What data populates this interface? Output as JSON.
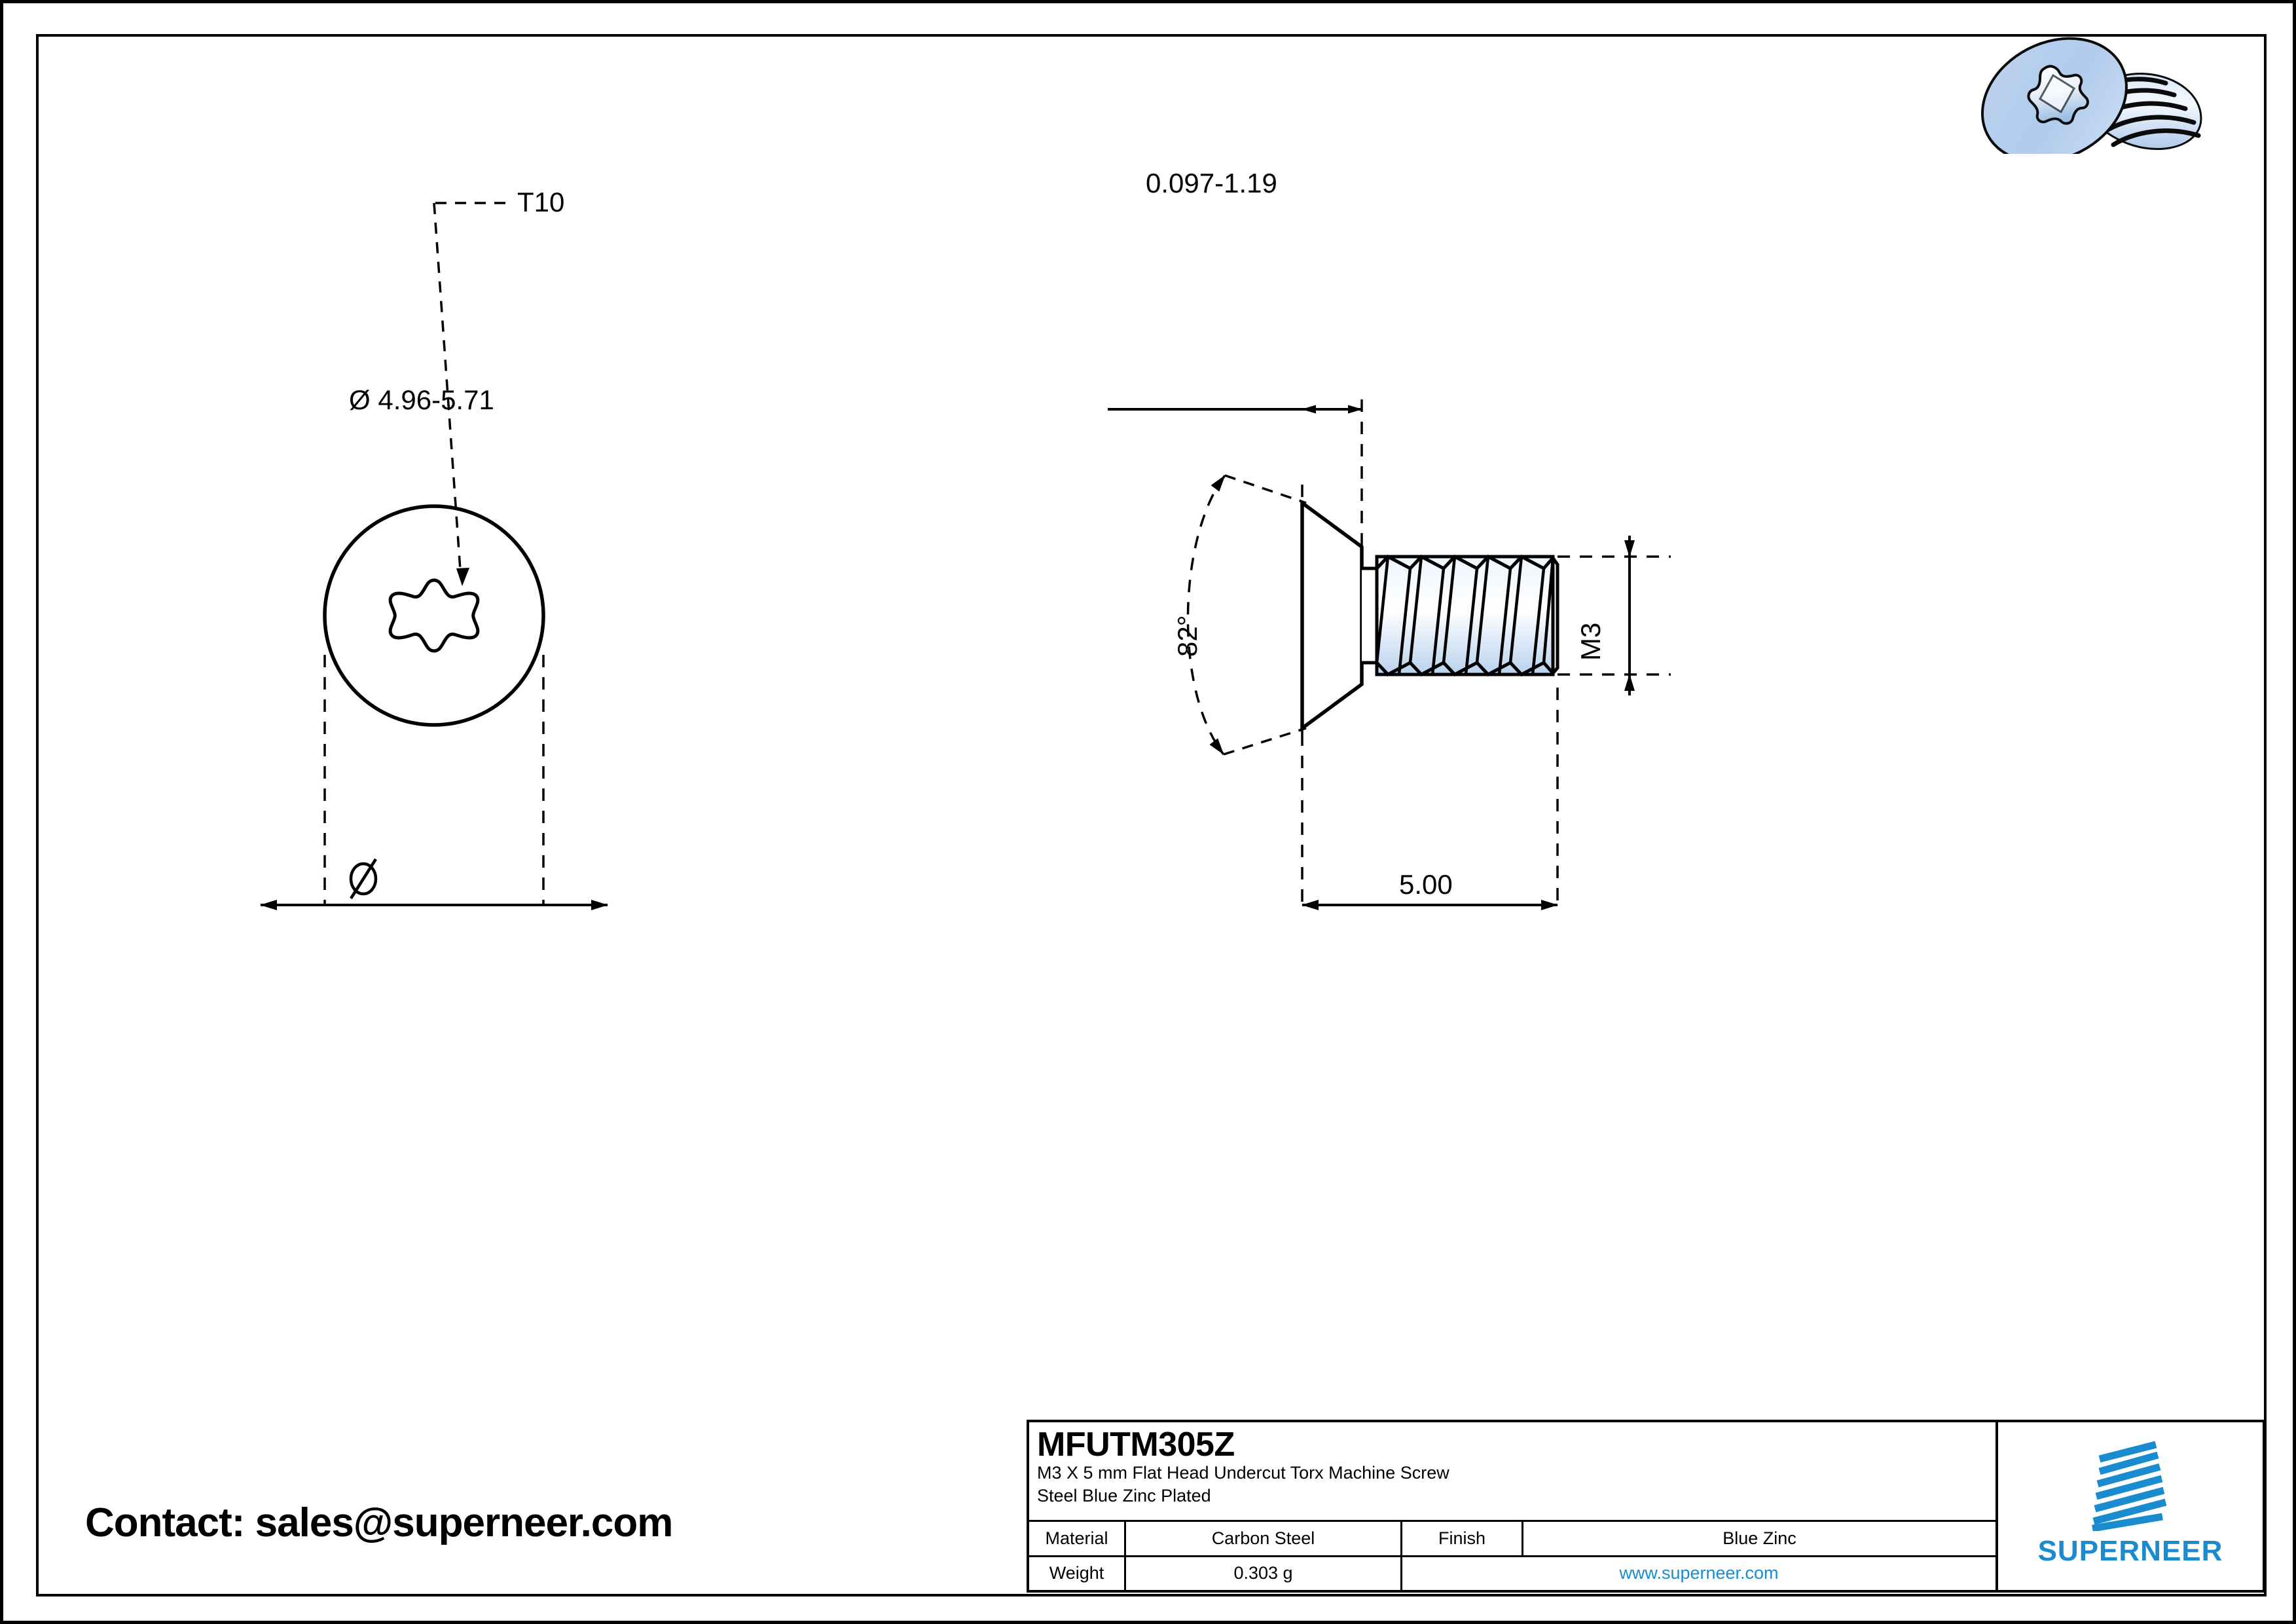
{
  "sheet": {
    "background": "#ffffff",
    "border_color": "#000000"
  },
  "contact": {
    "text": "Contact: sales@superneer.com"
  },
  "product_render": {
    "name": "flat-head-undercut-torx-screw-3d",
    "head_color": "#b3cdeb",
    "shank_color": "#cfe0f4",
    "outline_color": "#111111"
  },
  "views": {
    "top_view": {
      "callout_label": "T10",
      "diameter_dimension": "Ø 4.96-5.71",
      "drive_type": "torx-6-lobe"
    },
    "side_view": {
      "head_thickness_dimension": "0.097-1.19",
      "head_angle_dimension": "82°",
      "thread_size_dimension": "M3",
      "length_dimension": "5.00"
    }
  },
  "title_block": {
    "part_number": "MFUTM305Z",
    "description_line_1": "M3 X 5 mm  Flat Head Undercut Torx Machine Screw",
    "description_line_2": "Steel Blue Zinc Plated",
    "rows": [
      {
        "label": "Material",
        "value": "Carbon Steel",
        "label2": "Finish",
        "value2": "Blue Zinc"
      },
      {
        "label": "Weight",
        "value": "0.303 g",
        "website": "www.superneer.com"
      }
    ],
    "brand": {
      "wordmark": "SUPERNEER",
      "color": "#1b8bd0"
    }
  }
}
